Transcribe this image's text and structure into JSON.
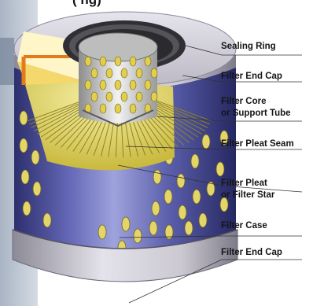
{
  "title_partial": "(                             ng)",
  "labels": [
    {
      "id": "sealing-ring",
      "lines": [
        "Sealing Ring"
      ]
    },
    {
      "id": "filter-end-cap-top",
      "lines": [
        "Filter End Cap"
      ]
    },
    {
      "id": "filter-core",
      "lines": [
        "Filter Core",
        "or Support Tube"
      ]
    },
    {
      "id": "filter-pleat-seam",
      "lines": [
        "Filter Pleat Seam"
      ]
    },
    {
      "id": "filter-pleat",
      "lines": [
        "Filter Pleat",
        "or Filter Star"
      ]
    },
    {
      "id": "filter-case",
      "lines": [
        "Filter Case"
      ]
    },
    {
      "id": "filter-end-cap-bottom",
      "lines": [
        "Filter End Cap"
      ]
    }
  ],
  "colors": {
    "case_blue": "#4a4d9c",
    "case_blue_light": "#8b8fd0",
    "end_cap_grey": "#c9c6cf",
    "pleat_yellow": "#e7dd73",
    "core_grey": "#d6d6d6",
    "orange_trim": "#e47b1a",
    "hole_yellow": "#e4d56a"
  }
}
